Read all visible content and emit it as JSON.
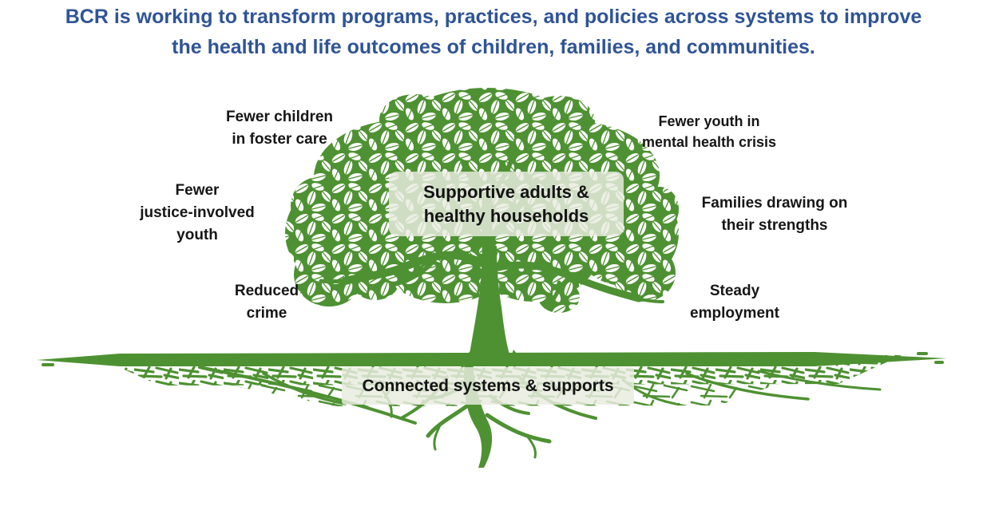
{
  "title": {
    "text": "BCR is working to transform programs, practices, and policies across systems to improve the health and life outcomes of children, families, and communities.",
    "color": "#2F5496"
  },
  "diagram": {
    "type": "tree-logic-model",
    "tree_green": "#4E9132",
    "overlay_color": "#E9ECE1",
    "text_color": "#161616",
    "canopy_label": "Supportive adults &\nhealthy households",
    "roots_label": "Connected systems & supports",
    "outcome_labels": [
      {
        "id": "fewer-children-foster-care",
        "text": "Fewer children\nin foster care",
        "position": "upper-left"
      },
      {
        "id": "fewer-youth-mental-health-crisis",
        "text": "Fewer youth in\nmental health crisis",
        "position": "upper-right"
      },
      {
        "id": "fewer-justice-involved-youth",
        "text": "Fewer\njustice-involved\nyouth",
        "position": "left"
      },
      {
        "id": "families-drawing-on-strengths",
        "text": "Families drawing on\ntheir strengths",
        "position": "right"
      },
      {
        "id": "reduced-crime",
        "text": "Reduced\ncrime",
        "position": "lower-left"
      },
      {
        "id": "steady-employment",
        "text": "Steady\nemployment",
        "position": "lower-right"
      }
    ]
  }
}
